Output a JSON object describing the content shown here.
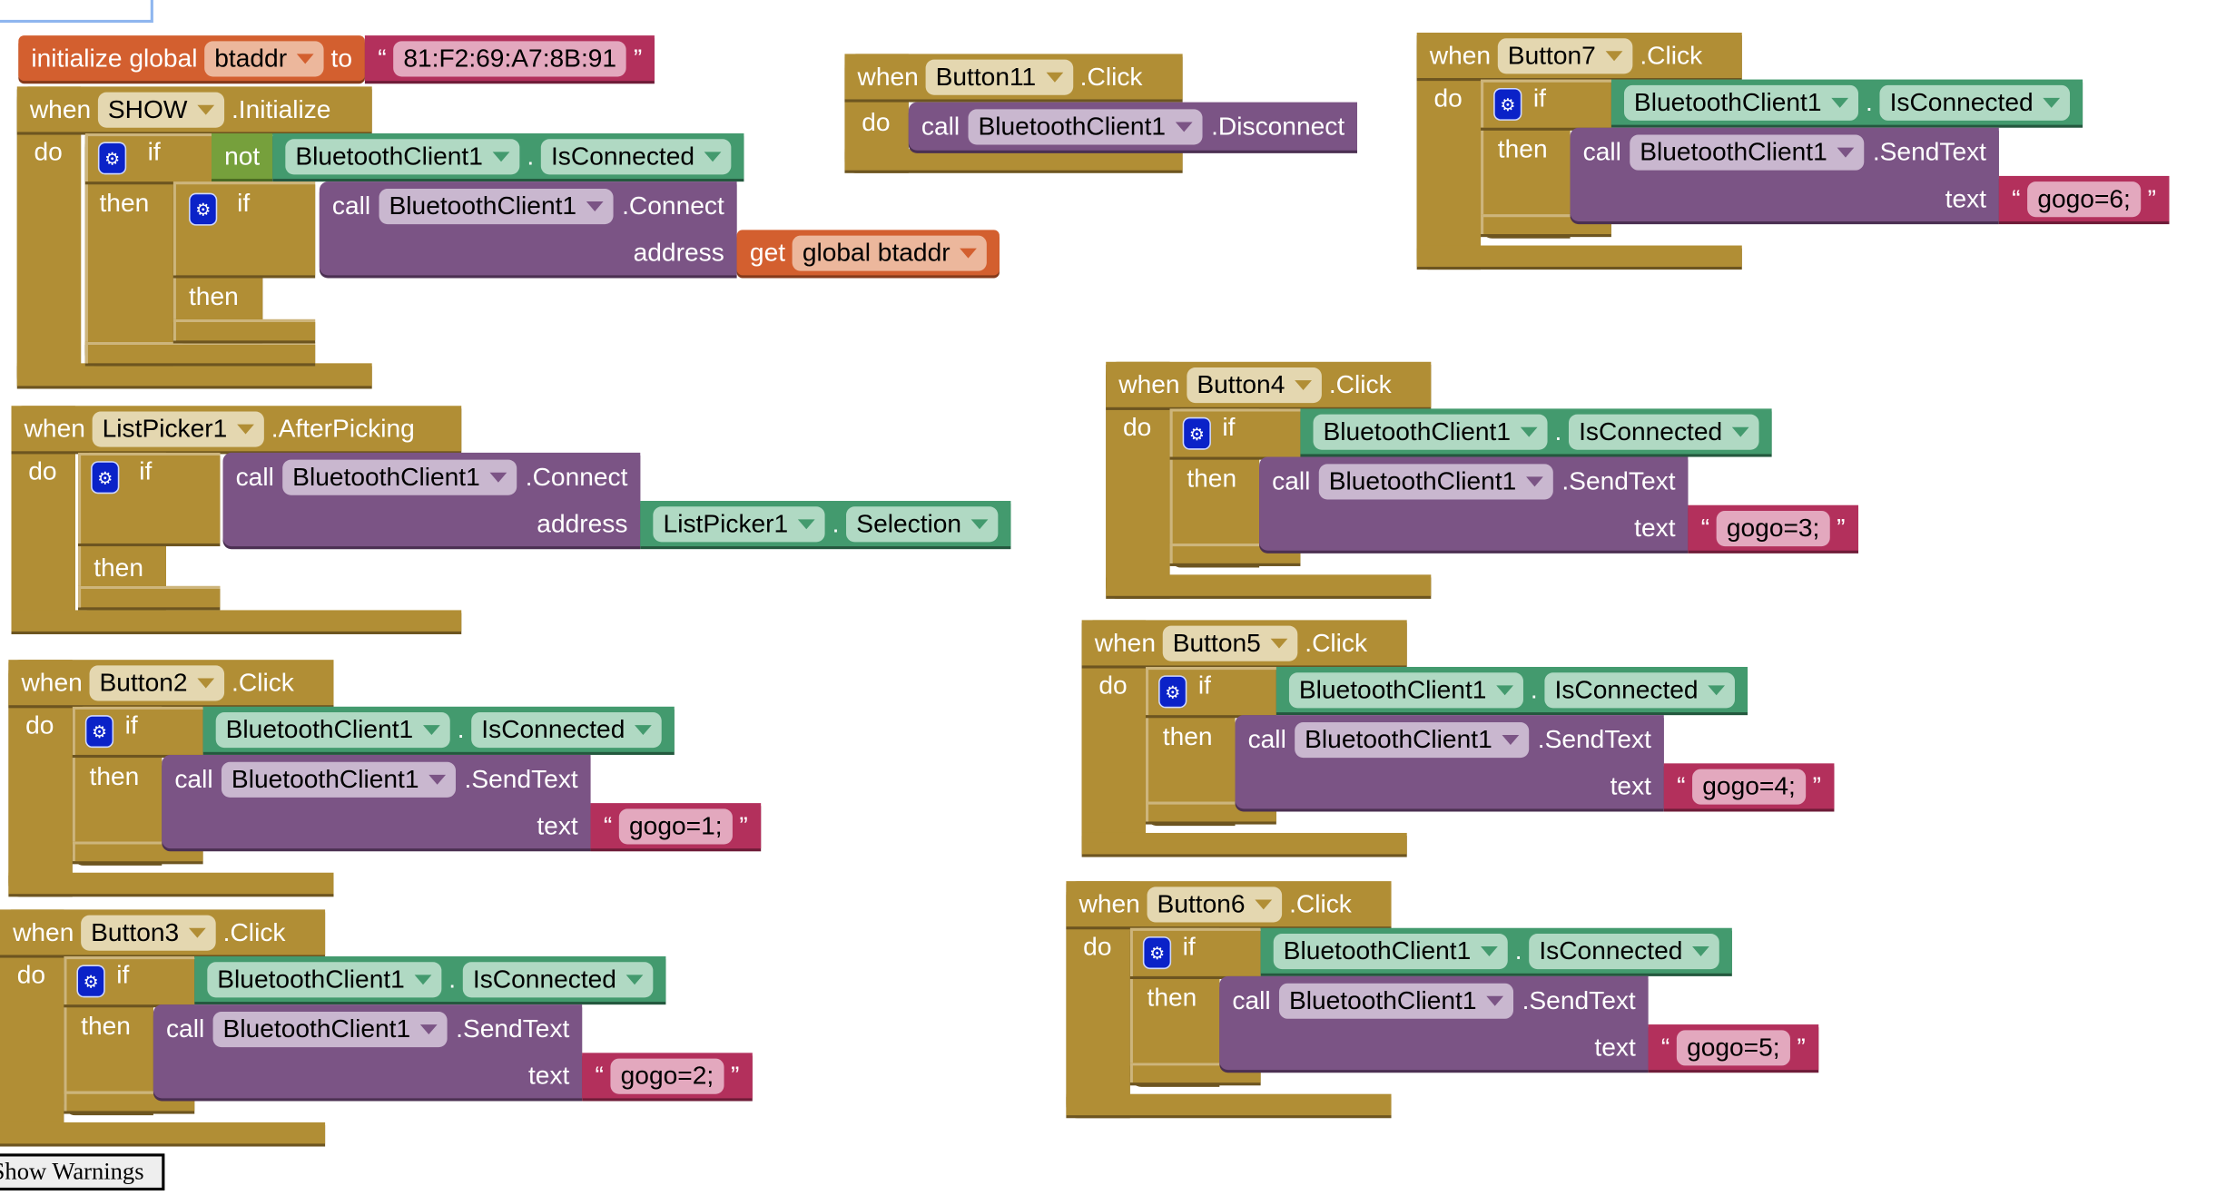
{
  "labels": {
    "when": "when",
    "do": "do",
    "if": "if",
    "then": "then",
    "not": "not",
    "call": "call",
    "get": "get",
    "dot": ".",
    "to": "to",
    "open_quote": "“",
    "close_quote": "”",
    "click": ".Click",
    "bt_client": "BluetoothClient1",
    "is_connected": "IsConnected",
    "send_text": ".SendText",
    "text_arg": "text",
    "address": "address",
    "connect": ".Connect",
    "disconnect": ".Disconnect",
    "initialize": ".Initialize",
    "after_picking": ".AfterPicking",
    "selection": "Selection",
    "initialize_global": "initialize global"
  },
  "global_init": {
    "var_name": "btaddr",
    "value": "81:F2:69:A7:8B:91"
  },
  "show_init": {
    "component": "SHOW",
    "get_var": "global btaddr"
  },
  "button11": {
    "component": "Button11"
  },
  "listpicker": {
    "component": "ListPicker1"
  },
  "button_clicks": [
    {
      "component": "Button7",
      "value": "gogo=6;"
    },
    {
      "component": "Button4",
      "value": "gogo=3;"
    },
    {
      "component": "Button5",
      "value": "gogo=4;"
    },
    {
      "component": "Button6",
      "value": "gogo=5;"
    },
    {
      "component": "Button2",
      "value": "gogo=1;"
    },
    {
      "component": "Button3",
      "value": "gogo=2;"
    }
  ],
  "warnings_button": "Show Warnings"
}
